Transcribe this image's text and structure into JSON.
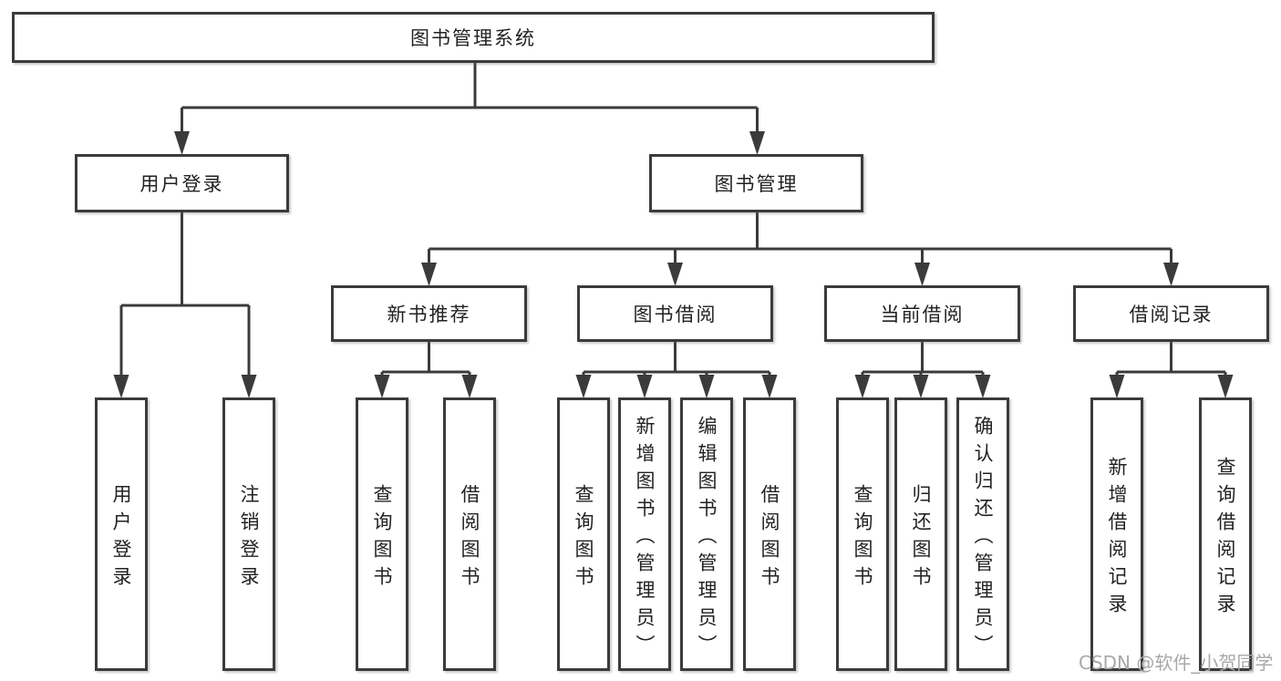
{
  "colors": {
    "line": "#3b3b3b",
    "box_border": "#3b3b3b",
    "text": "#222222",
    "watermark": "#a8a8a8"
  },
  "tree": {
    "label": "图书管理系统",
    "children": [
      {
        "label": "用户登录",
        "children": [
          {
            "label": "用户登录"
          },
          {
            "label": "注销登录"
          }
        ]
      },
      {
        "label": "图书管理",
        "children": [
          {
            "label": "新书推荐",
            "children": [
              {
                "label": "查询图书"
              },
              {
                "label": "借阅图书"
              }
            ]
          },
          {
            "label": "图书借阅",
            "children": [
              {
                "label": "查询图书"
              },
              {
                "label": "新增图书（管理员）"
              },
              {
                "label": "编辑图书（管理员）"
              },
              {
                "label": "借阅图书"
              }
            ]
          },
          {
            "label": "当前借阅",
            "children": [
              {
                "label": "查询图书"
              },
              {
                "label": "归还图书"
              },
              {
                "label": "确认归还（管理员）"
              }
            ]
          },
          {
            "label": "借阅记录",
            "children": [
              {
                "label": "新增借阅记录"
              },
              {
                "label": "查询借阅记录"
              }
            ]
          }
        ]
      }
    ]
  },
  "watermark": "CSDN @软件_小贺同学"
}
